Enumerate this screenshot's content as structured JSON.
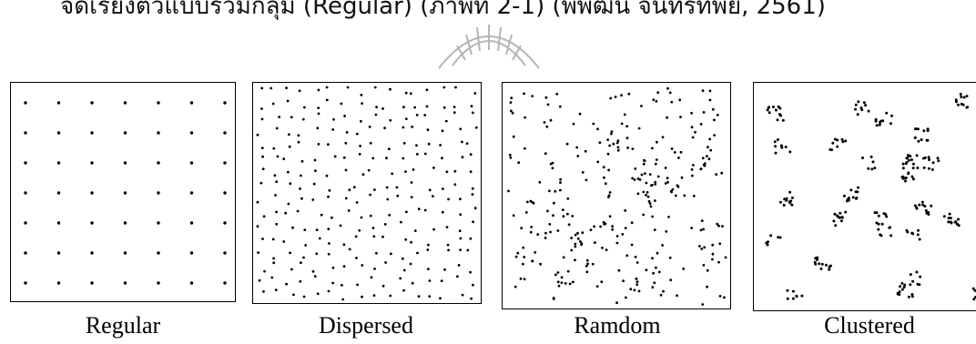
{
  "header": {
    "text": "จัดเรียงตัวแบบรวมกลุ่ม (Regular) (ภาพที่ 2-1) (พิพัฒน์ จันทร์ทิพย์, 2561)"
  },
  "figure": {
    "panels": [
      {
        "id": "regular",
        "label": "Regular"
      },
      {
        "id": "dispersed",
        "label": "Dispersed"
      },
      {
        "id": "random",
        "label": "Ramdom"
      },
      {
        "id": "clustered",
        "label": "Clustered"
      }
    ]
  },
  "colors": {
    "dot": "#000000",
    "frame": "#000000",
    "watermark": "#b5b5b5"
  }
}
